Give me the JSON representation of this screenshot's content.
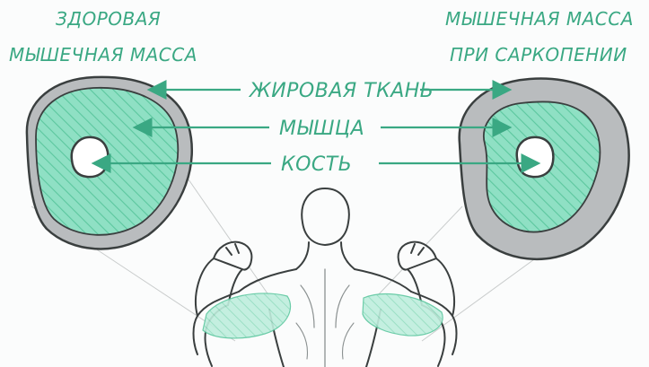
{
  "diagram": {
    "title_left_line1": "ЗДОРОВАЯ",
    "title_left_line2": "МЫШЕЧНАЯ МАССА",
    "title_right_line1": "МЫШЕЧНАЯ МАССА",
    "title_right_line2": "ПРИ САРКОПЕНИИ",
    "label_fat": "ЖИРОВАЯ ТКАНЬ",
    "label_muscle": "МЫШЦА",
    "label_bone": "КОСТЬ"
  },
  "colors": {
    "accent": "#3aa883",
    "muscle": "#8fe0c4",
    "fat": "#b9bcbe",
    "outline": "#3a3f3f",
    "bone": "#ffffff"
  }
}
